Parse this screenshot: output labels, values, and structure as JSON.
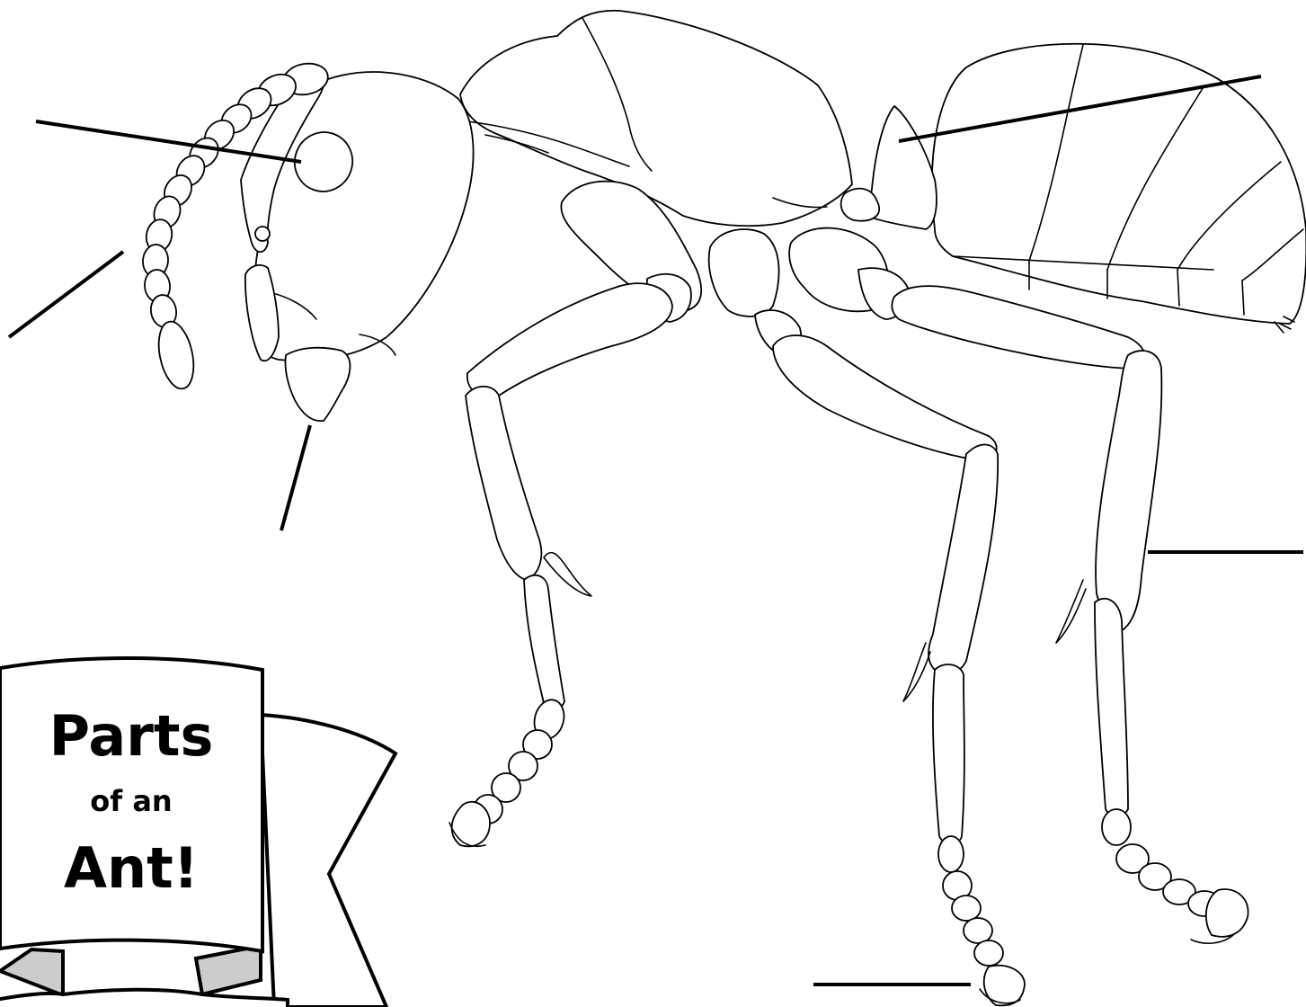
{
  "title": {
    "line1": "Parts",
    "line2": "of an",
    "line3": "Ant!"
  },
  "colors": {
    "ink": "#000000",
    "paper": "#ffffff",
    "banner_fold": "#cccccc"
  },
  "label_leaders": [
    {
      "part": "eye"
    },
    {
      "part": "antenna"
    },
    {
      "part": "mandible"
    },
    {
      "part": "petiole"
    },
    {
      "part": "leg"
    },
    {
      "part": "claw"
    }
  ]
}
